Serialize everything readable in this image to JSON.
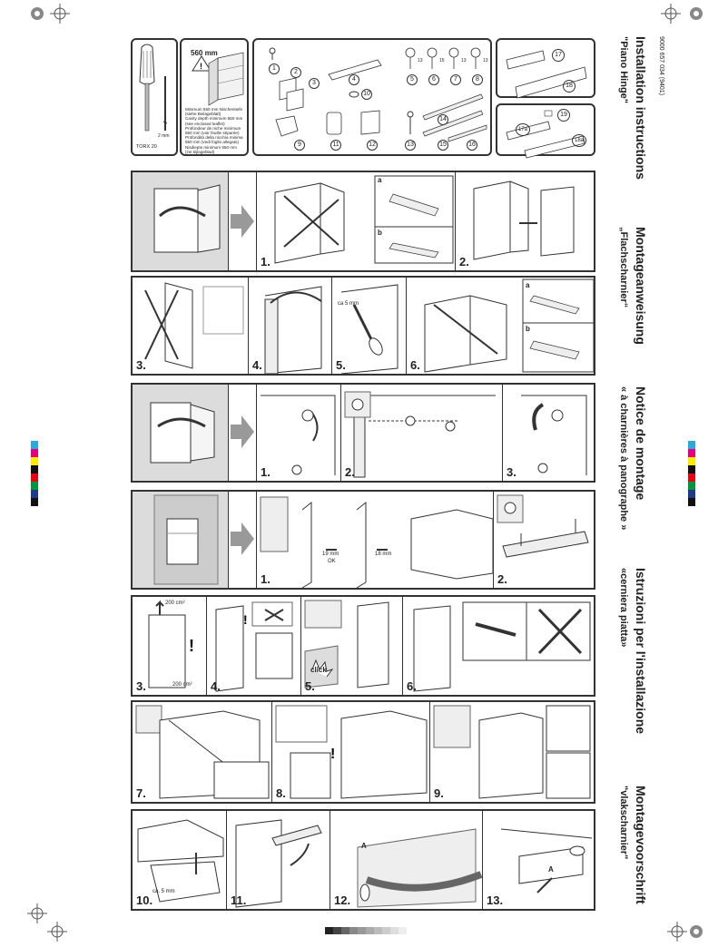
{
  "document": {
    "code": "9000 657 034 (9401)",
    "titles": [
      {
        "title": "Installation instructions",
        "sub": "\"Piano Hinge\""
      },
      {
        "title": "Montageanweisung",
        "sub": "„Flachscharnier“"
      },
      {
        "title": "Notice de montage",
        "sub": "« à charnières à panographe »"
      },
      {
        "title": "Istruzioni per l'installazione",
        "sub": "«cerniera piatta»"
      },
      {
        "title": "Montagevoorschrift",
        "sub": "\"vlakscharnier\""
      }
    ]
  },
  "top": {
    "tool": "TORX 20",
    "tool_size": "2 mm",
    "depth": "560 mm",
    "depth_notes": [
      "Minimum 550 mm Nischentiefe",
      "(siehe Beilageblatt)",
      "Cavity depth minimum 550 mm",
      "(see enclosed leaflet)",
      "Profondeur de niche minimum",
      "550 mm (voir feuille séparée)",
      "Profondità della nicchia minima",
      "550 mm (vedi foglio allegato)",
      "Nisdiepte minimum 550 mm",
      "(zie bijlageblad)"
    ],
    "parts": [
      "1",
      "2",
      "3",
      "4",
      "5",
      "6",
      "7",
      "8",
      "9",
      "10",
      "11",
      "12",
      "13",
      "14",
      "15",
      "16",
      "17",
      "18",
      "17a",
      "18a",
      "19"
    ],
    "screw_lengths": [
      "13",
      "15",
      "13",
      "13"
    ]
  },
  "sections": [
    {
      "steps": [
        "1.",
        "2."
      ],
      "insets": [
        "a",
        "b"
      ]
    },
    {
      "steps": [
        "3.",
        "4.",
        "5.",
        "6."
      ],
      "labels": [
        "ca 5 mm",
        "a",
        "b"
      ]
    },
    {
      "steps": [
        "1.",
        "2.",
        "3."
      ]
    },
    {
      "steps": [
        "1.",
        "2."
      ],
      "labels": [
        "19 mm",
        "OK",
        "18 mm"
      ]
    },
    {
      "steps": [
        "3.",
        "4.",
        "5.",
        "6."
      ],
      "labels": [
        "200 cm²",
        "200 cm²",
        "click"
      ]
    },
    {
      "steps": [
        "7.",
        "8.",
        "9."
      ]
    },
    {
      "steps": [
        "10.",
        "11.",
        "12.",
        "13."
      ],
      "labels": [
        "ca. 5 mm",
        "A",
        "A"
      ]
    }
  ],
  "colors": {
    "bar": [
      "#29a9e0",
      "#e6007e",
      "#ffed00",
      "#111111",
      "#e30613",
      "#00963f",
      "#1d3a8a",
      "#111111"
    ]
  }
}
